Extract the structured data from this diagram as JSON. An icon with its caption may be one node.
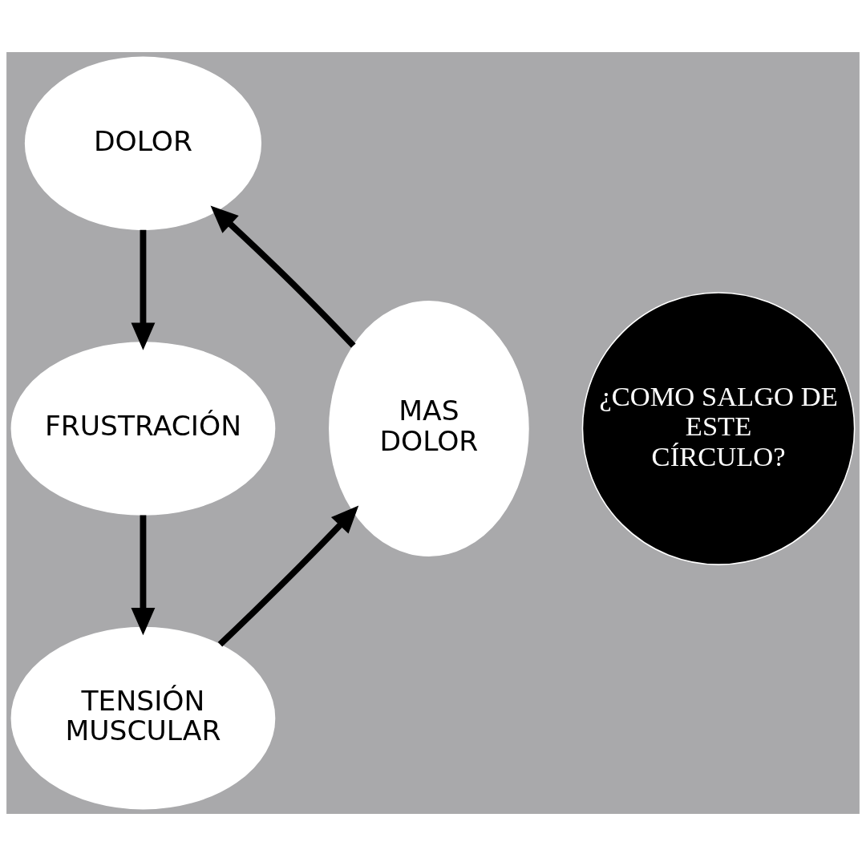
{
  "diagram": {
    "nodes": [
      {
        "text": [
          "DOLOR"
        ]
      },
      {
        "text": [
          "FRUSTRACIÓN"
        ]
      },
      {
        "text": [
          "TENSIÓN MUSCULAR"
        ]
      },
      {
        "text": [
          "MAS DOLOR"
        ]
      },
      {
        "text": [
          "¿COMO SALGO DE ESTE CÍRCULO?"
        ]
      }
    ],
    "edges": [
      {
        "from": 0,
        "to": 1,
        "arrow": "to"
      },
      {
        "from": 1,
        "to": 2,
        "arrow": "to"
      },
      {
        "from": 2,
        "to": 3,
        "arrow": "to"
      },
      {
        "from": 3,
        "to": 0,
        "arrow": "to"
      }
    ]
  }
}
